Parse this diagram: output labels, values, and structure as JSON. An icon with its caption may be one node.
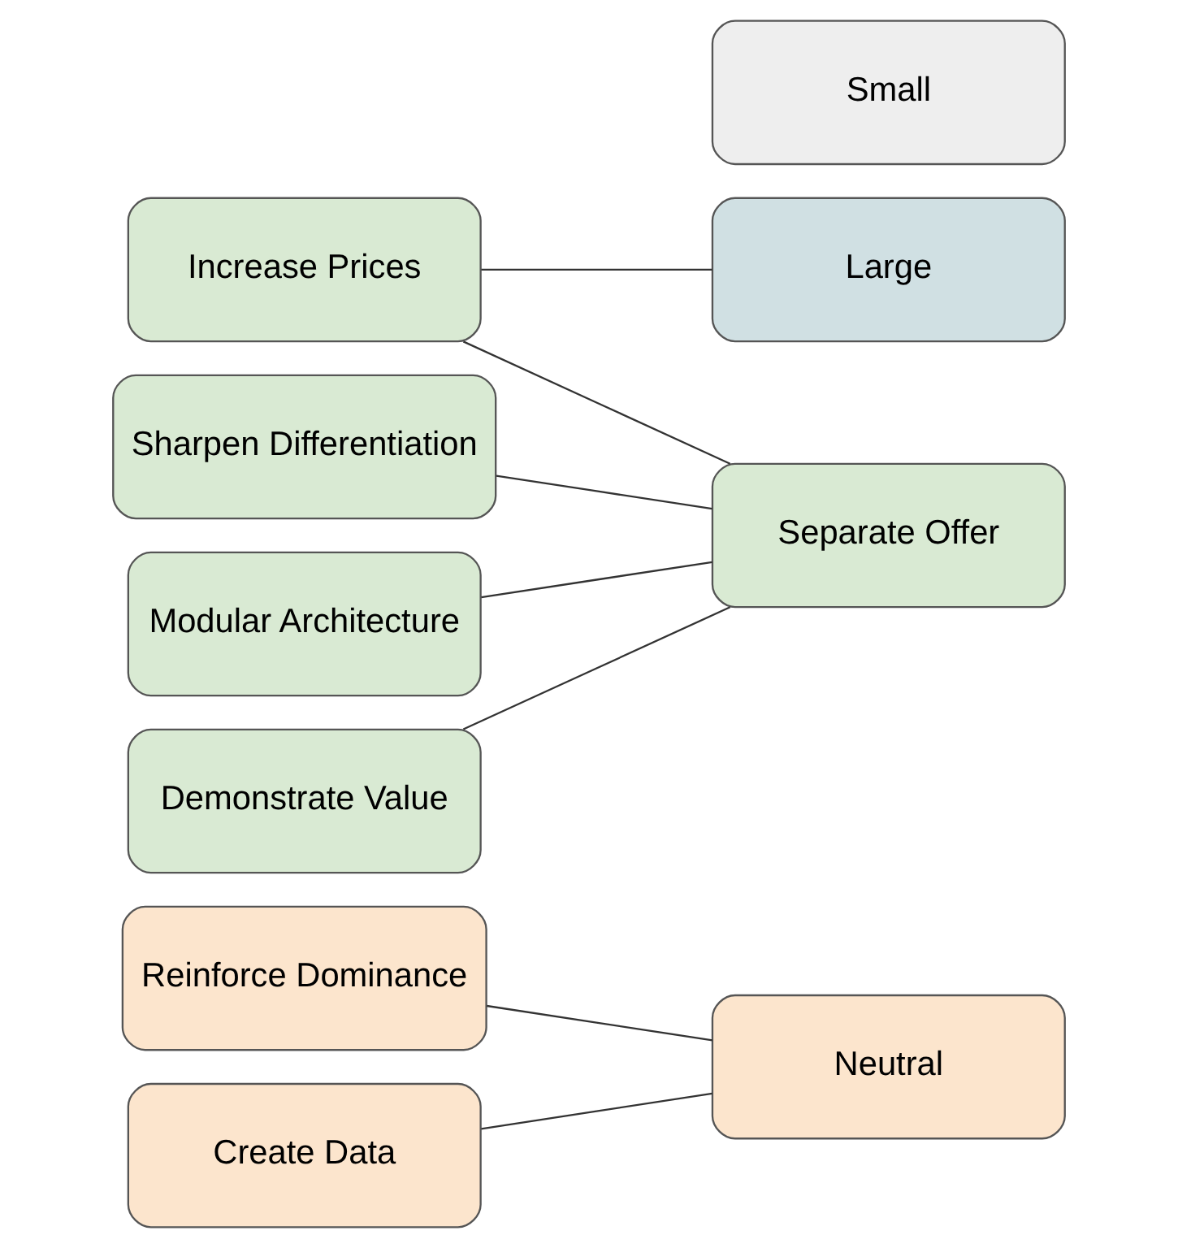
{
  "diagram": {
    "nodes": [
      {
        "text": [
          "Reinforce Dominance"
        ]
      },
      {
        "text": [
          "Create Data"
        ]
      },
      {
        "text": [
          "Increase Prices"
        ]
      },
      {
        "text": [
          "Sharpen Differentiation"
        ]
      },
      {
        "text": [
          "Modular Architecture"
        ]
      },
      {
        "text": [
          "Demonstrate Value"
        ]
      },
      {
        "text": [
          "Neutral"
        ]
      },
      {
        "text": [
          "Large"
        ]
      },
      {
        "text": [
          "Separate Offer"
        ]
      },
      {
        "text": [
          "Small"
        ]
      }
    ],
    "edges": [
      {
        "from": 0,
        "to": 6,
        "arrow": "none"
      },
      {
        "from": 1,
        "to": 6,
        "arrow": "none"
      },
      {
        "from": 2,
        "to": 7,
        "arrow": "none"
      },
      {
        "from": 2,
        "to": 8,
        "arrow": "none"
      },
      {
        "from": 3,
        "to": 8,
        "arrow": "none"
      },
      {
        "from": 4,
        "to": 8,
        "arrow": "none"
      },
      {
        "from": 5,
        "to": 8,
        "arrow": "none"
      }
    ]
  }
}
